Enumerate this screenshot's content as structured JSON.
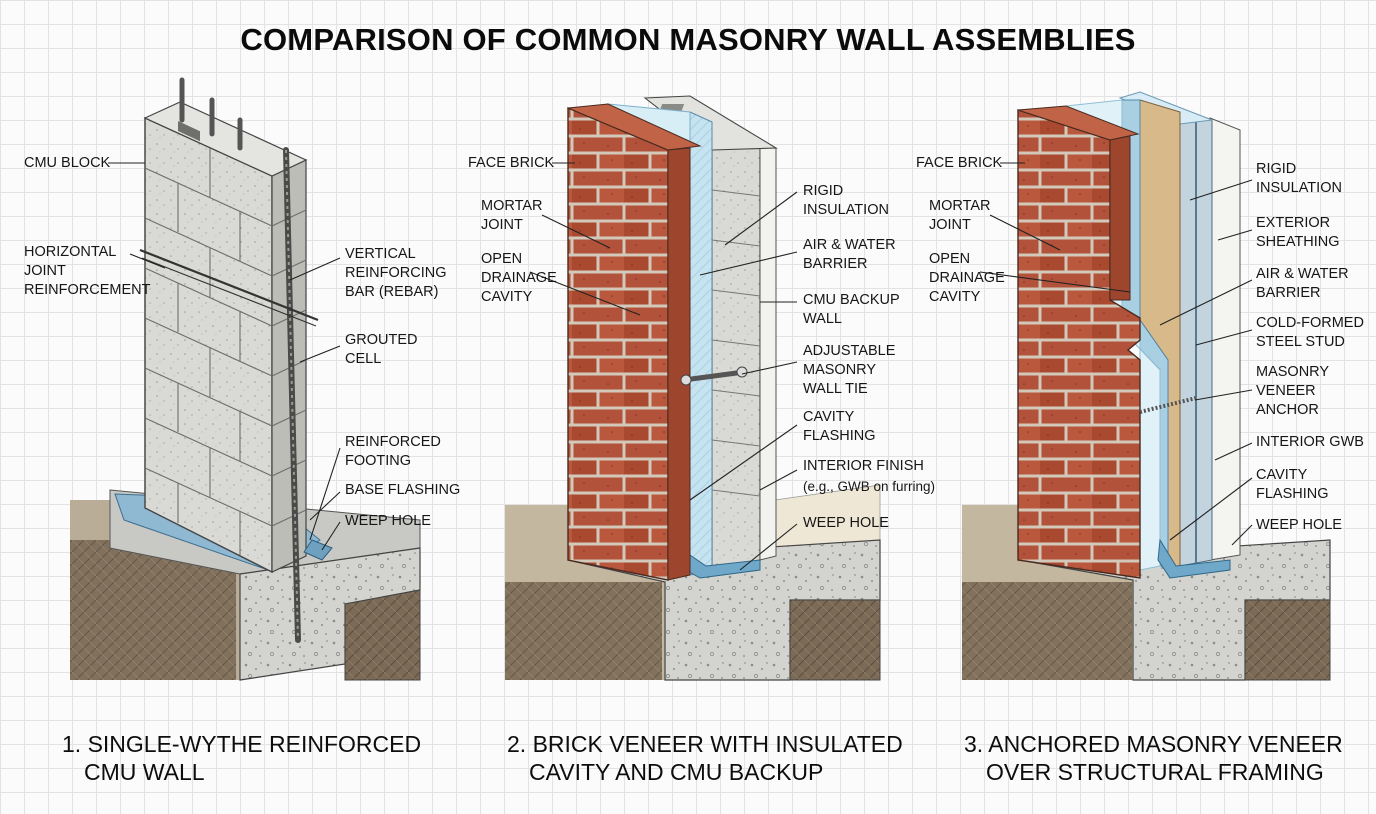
{
  "title": "COMPARISON OF COMMON MASONRY WALL ASSEMBLIES",
  "colors": {
    "brick": "#b4553a",
    "mortar": "#d9d2c6",
    "cmu": "#d6d6d2",
    "concrete": "#cfcfcb",
    "soil": "#7c6a55",
    "insulation": "#bfe0ee",
    "flashing": "#6fa8c8",
    "sheathing": "#d8b98a",
    "steel": "#b7c9d6"
  },
  "assemblies": [
    {
      "caption_line1": "1. SINGLE-WYTHE REINFORCED",
      "caption_line2": "CMU WALL",
      "labels": {
        "cmu_block": "CMU BLOCK",
        "horizontal_joint": "HORIZONTAL\nJOINT\nREINFORCEMENT",
        "vertical_rebar": "VERTICAL\nREINFORCING\nBAR (REBAR)",
        "grouted_cell": "GROUTED\nCELL",
        "reinforced_footing": "REINFORCED\nFOOTING",
        "base_flashing": "BASE FLASHING",
        "weep_hole": "WEEP HOLE"
      }
    },
    {
      "caption_line1": "2. BRICK VENEER WITH INSULATED",
      "caption_line2": "CAVITY AND CMU BACKUP",
      "labels": {
        "face_brick": "FACE BRICK",
        "mortar_joint": "MORTAR\nJOINT",
        "open_drainage": "OPEN\nDRAINAGE\nCAVITY",
        "rigid_insulation": "RIGID\nINSULATION",
        "air_water": "AIR & WATER\nBARRIER",
        "cmu_backup": "CMU BACKUP\nWALL",
        "adjustable_tie": "ADJUSTABLE\nMASONRY\nWALL TIE",
        "cavity_flashing": "CAVITY\nFLASHING",
        "interior_finish": "INTERIOR FINISH",
        "interior_finish_note": "(e.g., GWB on furring)",
        "weep_hole": "WEEP HOLE"
      }
    },
    {
      "caption_line1": "3. ANCHORED MASONRY VENEER",
      "caption_line2": "OVER STRUCTURAL FRAMING",
      "labels": {
        "face_brick": "FACE BRICK",
        "mortar_joint": "MORTAR\nJOINT",
        "open_drainage": "OPEN\nDRAINAGE\nCAVITY",
        "rigid_insulation": "RIGID\nINSULATION",
        "exterior_sheathing": "EXTERIOR\nSHEATHING",
        "air_water": "AIR & WATER\nBARRIER",
        "steel_stud": "COLD-FORMED\nSTEEL STUD",
        "veneer_anchor": "MASONRY\nVENEER\nANCHOR",
        "interior_gwb": "INTERIOR GWB",
        "cavity_flashing": "CAVITY\nFLASHING",
        "weep_hole": "WEEP HOLE"
      }
    }
  ]
}
